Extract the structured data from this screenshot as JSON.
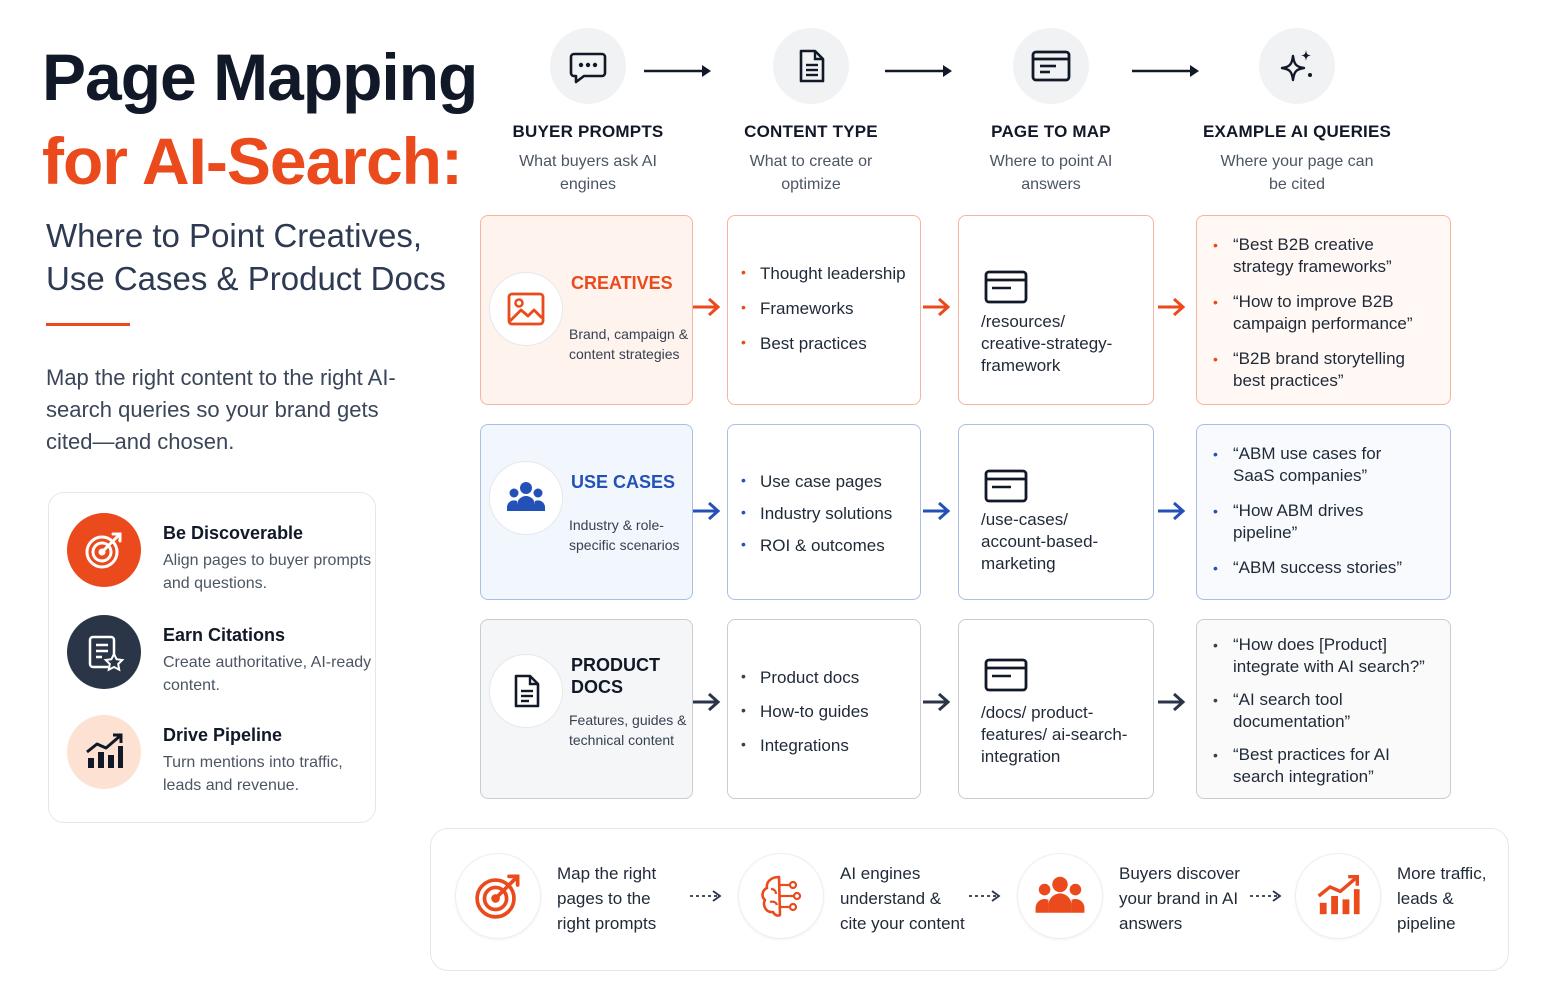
{
  "hero": {
    "title_line1": "Page Mapping",
    "title_line2": "for AI-Search:",
    "subtitle": "Where to Point Creatives, Use Cases & Product Docs",
    "intro": "Map the right content to the right AI-search queries so your brand gets cited—and chosen."
  },
  "benefits": [
    {
      "title": "Be Discoverable",
      "desc": "Align pages to buyer prompts and questions.",
      "icon": "target-icon"
    },
    {
      "title": "Earn Citations",
      "desc": "Create authoritative, AI-ready content.",
      "icon": "document-star-icon"
    },
    {
      "title": "Drive Pipeline",
      "desc": "Turn mentions into traffic, leads and revenue.",
      "icon": "growth-chart-icon"
    }
  ],
  "columns": [
    {
      "label": "BUYER PROMPTS",
      "desc": "What buyers ask AI engines",
      "icon": "chat-icon"
    },
    {
      "label": "CONTENT TYPE",
      "desc": "What to create or optimize",
      "icon": "document-icon"
    },
    {
      "label": "PAGE TO MAP",
      "desc": "Where to point AI answers",
      "icon": "browser-window-icon"
    },
    {
      "label": "EXAMPLE AI QUERIES",
      "desc": "Where your page can be cited",
      "icon": "sparkle-icon"
    }
  ],
  "rows": [
    {
      "category": "CREATIVES",
      "category_desc": "Brand, campaign & content strategies",
      "category_icon": "image-icon",
      "content_types": [
        "Thought leadership",
        "Frameworks",
        "Best practices"
      ],
      "page": "/resources/ creative-strategy- framework",
      "queries": [
        "“Best B2B creative strategy frameworks”",
        "“How to improve B2B campaign performance”",
        "“B2B brand storytelling best practices”"
      ]
    },
    {
      "category": "USE CASES",
      "category_desc": "Industry & role- specific scenarios",
      "category_icon": "people-icon",
      "content_types": [
        "Use case pages",
        "Industry solutions",
        "ROI & outcomes"
      ],
      "page": "/use-cases/ account-based- marketing",
      "queries": [
        "“ABM use cases for SaaS companies”",
        "“How ABM drives pipeline”",
        "“ABM success stories”"
      ]
    },
    {
      "category": "PRODUCT DOCS",
      "category_desc": "Features, guides & technical content",
      "category_icon": "file-icon",
      "content_types": [
        "Product docs",
        "How-to guides",
        "Integrations"
      ],
      "page": "/docs/ product-features/ ai-search-integration",
      "queries": [
        "“How does [Product] integrate with AI search?”",
        "“AI search tool documentation”",
        "“Best practices for AI search integration”"
      ]
    }
  ],
  "flow": [
    {
      "text": "Map the right pages to the right prompts",
      "icon": "target-icon"
    },
    {
      "text": "AI engines understand & cite your content",
      "icon": "ai-brain-icon"
    },
    {
      "text": "Buyers discover your brand in AI answers",
      "icon": "people-icon"
    },
    {
      "text": "More traffic, leads & pipeline",
      "icon": "growth-chart-icon"
    }
  ],
  "colors": {
    "accent": "#ea4a1c",
    "blue": "#2451b7",
    "navy": "#2b3548",
    "dark": "#111827"
  }
}
